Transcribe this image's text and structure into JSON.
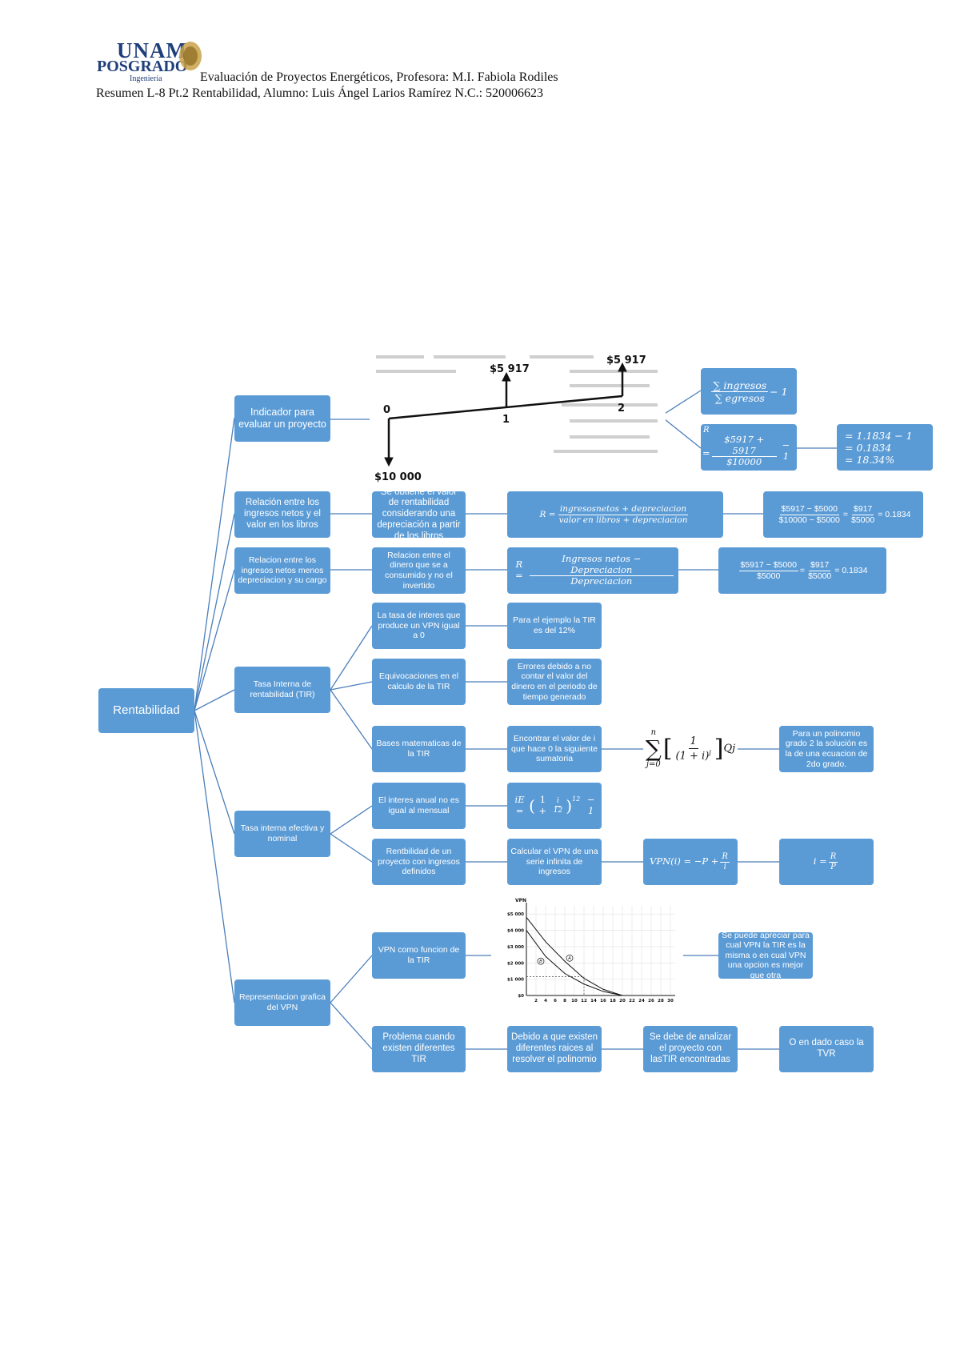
{
  "header": {
    "logo_unam": "UNAM",
    "logo_posgrado": "POSGRADO",
    "logo_ingenieria": "Ingeniería",
    "line1": "Evaluación de Proyectos Energéticos, Profesora: M.I. Fabiola Rodiles",
    "line2": "Resumen L-8 Pt.2 Rentabilidad, Alumno: Luis Ángel Larios Ramírez N.C.: 520006623"
  },
  "root": "Rentabilidad",
  "branches": {
    "indicador": {
      "label": "Indicador para evaluar un proyecto",
      "cashflow": {
        "up1": "$5 917",
        "up2": "$5 917",
        "down": "$10 000",
        "t0": "0",
        "t1": "1",
        "t2": "2"
      },
      "formula_top": {
        "num": "∑ ingresos",
        "den": "∑ egresos",
        "tail": "− 1"
      },
      "formula_mid": {
        "prefix": "R",
        "eq": "=",
        "num": "$5917 + 5917",
        "den": "$10000",
        "tail": "− 1"
      },
      "result": [
        "= 1.1834 − 1",
        "= 0.1834",
        "= 18.34%"
      ]
    },
    "relacion_libros": {
      "label": "Relación entre los ingresos netos y el valor en los libros",
      "detail": "Se obtiene el valor de rentabilidad considerando una depreciación a partir de los libros",
      "formula": {
        "prefix": "R =",
        "num": "ingresosnetos + depreciacion",
        "den": "valor en libros + depreciacion"
      },
      "result": {
        "num1": "$5917 − $5000",
        "den1": "$10000 − $5000",
        "eq": "=",
        "num2": "$917",
        "den2": "$5000",
        "tail": "= 0.1834"
      }
    },
    "relacion_dep": {
      "label": "Relacion entre los ingresos netos menos depreciacion y su cargo",
      "detail": "Relacion entre el dinero que se a consumido y no el invertido",
      "formula": {
        "prefix": "R =",
        "num": "Ingresos netos  − Depreciacion",
        "den": "Depreciacion"
      },
      "result": {
        "num1": "$5917 − $5000",
        "den1": "$5000",
        "eq": "=",
        "num2": "$917",
        "den2": "$5000",
        "tail": "= 0.1834"
      }
    },
    "tir": {
      "label": "Tasa Interna de rentabilidad (TIR)",
      "def": "La tasa de interes que produce un VPN igual a 0",
      "def_example": "Para el ejemplo la TIR es del 12%",
      "errors": "Equivocaciones en el calculo de la TIR",
      "errors_detail": "Errores debido a no contar el valor del dinero en el periodo de tiempo generado",
      "math": "Bases matematicas de la TIR",
      "math_detail": "Encontrar el valor de i que hace 0 la siguiente sumatoria",
      "sum": {
        "upper": "n",
        "lower": "j=0",
        "num": "1",
        "den": "(1 + i)",
        "exp": "j",
        "tail": "Qj"
      },
      "poly_note": "Para un polinomio grado 2 la solución es la de una ecuacion de 2do grado."
    },
    "tasa_efectiva": {
      "label": "Tasa interna efectiva y nominal",
      "annual": "El interes anual no es igual al mensual",
      "ie_formula": {
        "lhs": "iE =",
        "inner_num": "i",
        "inner_den": "12",
        "exp": "12",
        "tail": "− 1"
      },
      "rent": "Rentbilidad de un proyecto con ingresos definidos",
      "vpn_serie": "Calcular el VPN de una serie infinita de ingresos",
      "vpn_formula": {
        "lhs": "VPN(i) = −P +",
        "num": "R",
        "den": "i"
      },
      "i_formula": {
        "lhs": "i =",
        "num": "R",
        "den": "P"
      }
    },
    "representacion": {
      "label": "Representacion grafica del VPN",
      "vpn_tir": "VPN como funcion de la TIR",
      "vpn_note": "Se puede apreciar para cual VPN la TIR es la misma o en cual VPN una opcion es mejor que otra",
      "problema": "Problema cuando existen diferentes TIR",
      "raices": "Debido a que existen diferentes raices al resolver el polinomio",
      "analizar": "Se debe de analizar el proyecto con lasTIR encontradas",
      "tvr": "O en dado caso la TVR"
    }
  },
  "chart_data": {
    "type": "line",
    "title": "",
    "ylabel": "VPN",
    "xlabel": "",
    "x_ticks": [
      "2",
      "4",
      "6",
      "8",
      "10",
      "12",
      "14",
      "16",
      "18",
      "20",
      "22",
      "24",
      "26",
      "28",
      "30"
    ],
    "y_ticks": [
      "$0",
      "$1 000",
      "$2 000",
      "$3 000",
      "$4 000",
      "$5 000"
    ],
    "xlim": [
      0,
      31
    ],
    "ylim": [
      0,
      5500
    ],
    "series": [
      {
        "name": "A",
        "x": [
          0,
          4,
          8,
          12,
          16,
          20,
          22
        ],
        "values": [
          4800,
          3300,
          2100,
          1050,
          380,
          0,
          0
        ]
      },
      {
        "name": "B",
        "x": [
          0,
          4,
          8,
          12,
          16,
          20,
          22
        ],
        "values": [
          4000,
          2400,
          1350,
          700,
          250,
          0,
          0
        ]
      }
    ],
    "annotations": [
      "A",
      "B"
    ],
    "guides": {
      "x": 12,
      "y": 1150
    }
  }
}
